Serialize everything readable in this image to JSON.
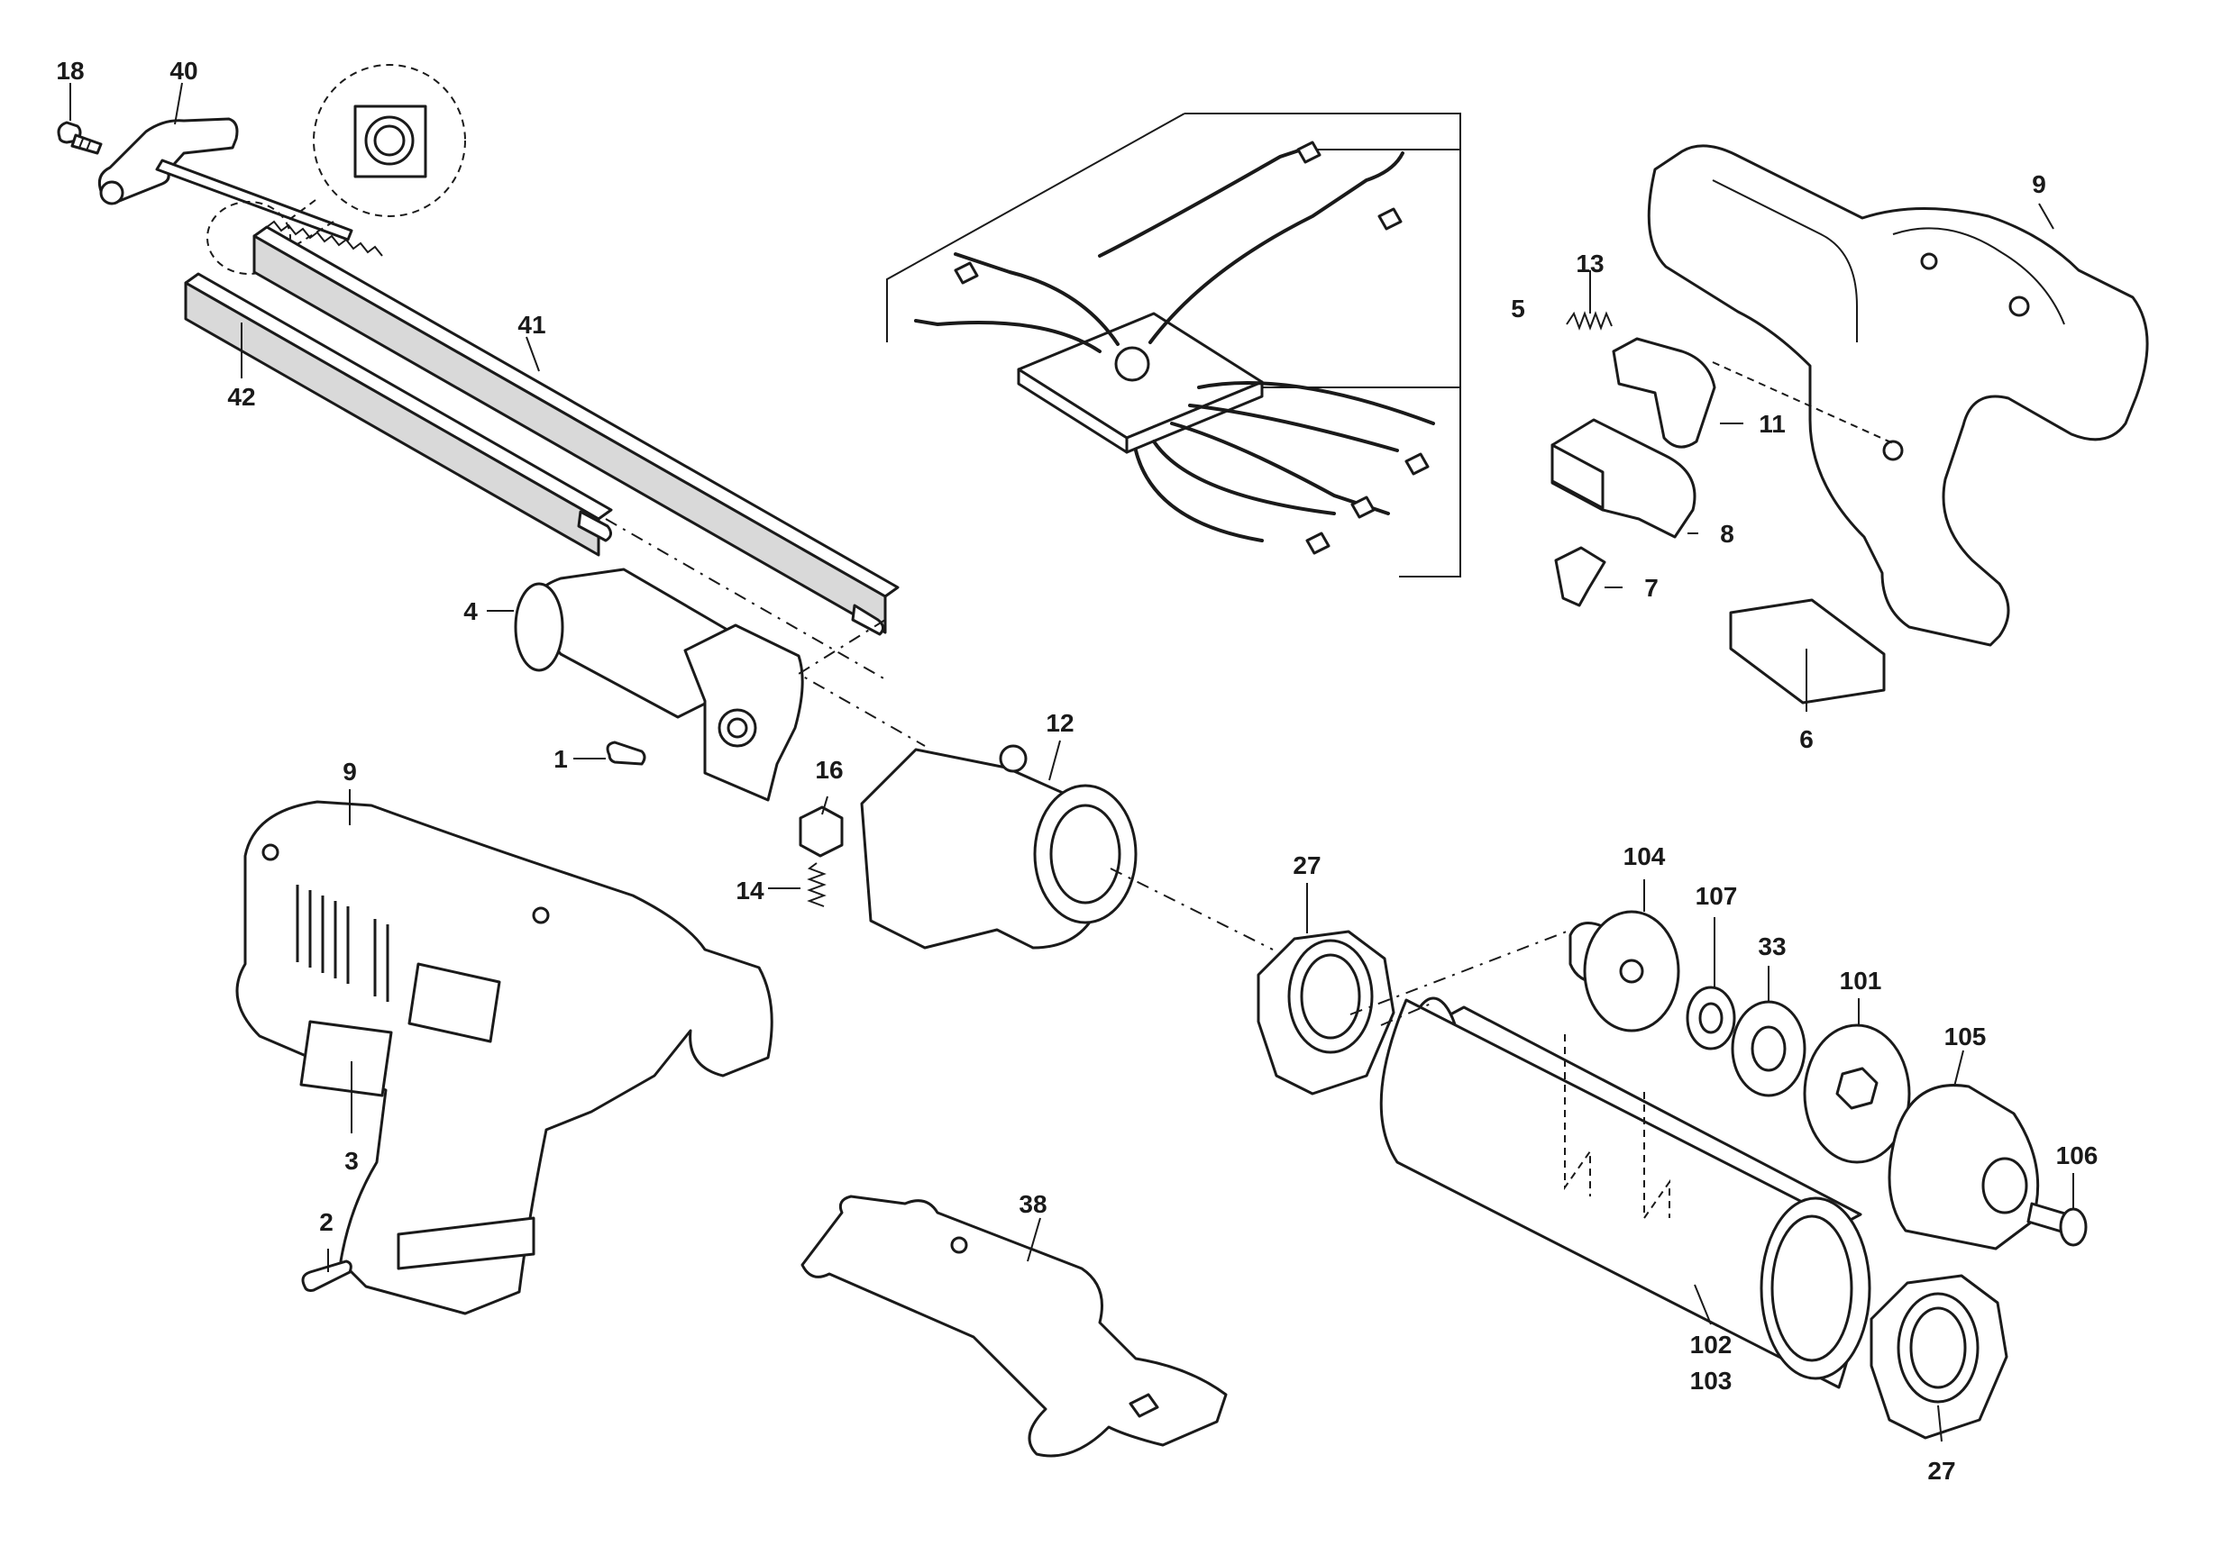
{
  "labels": {
    "p18": "18",
    "p40": "40",
    "p41": "41",
    "p42": "42",
    "p5": "5",
    "p9_top": "9",
    "p13": "13",
    "p11": "11",
    "p8": "8",
    "p7": "7",
    "p6": "6",
    "p4": "4",
    "p1": "1",
    "p12": "12",
    "p16": "16",
    "p14": "14",
    "p9_left": "9",
    "p3": "3",
    "p2": "2",
    "p27_top": "27",
    "p104": "104",
    "p107": "107",
    "p33": "33",
    "p101": "101",
    "p105": "105",
    "p106": "106",
    "p38": "38",
    "p102": "102",
    "p103": "103",
    "p27_bottom": "27"
  }
}
